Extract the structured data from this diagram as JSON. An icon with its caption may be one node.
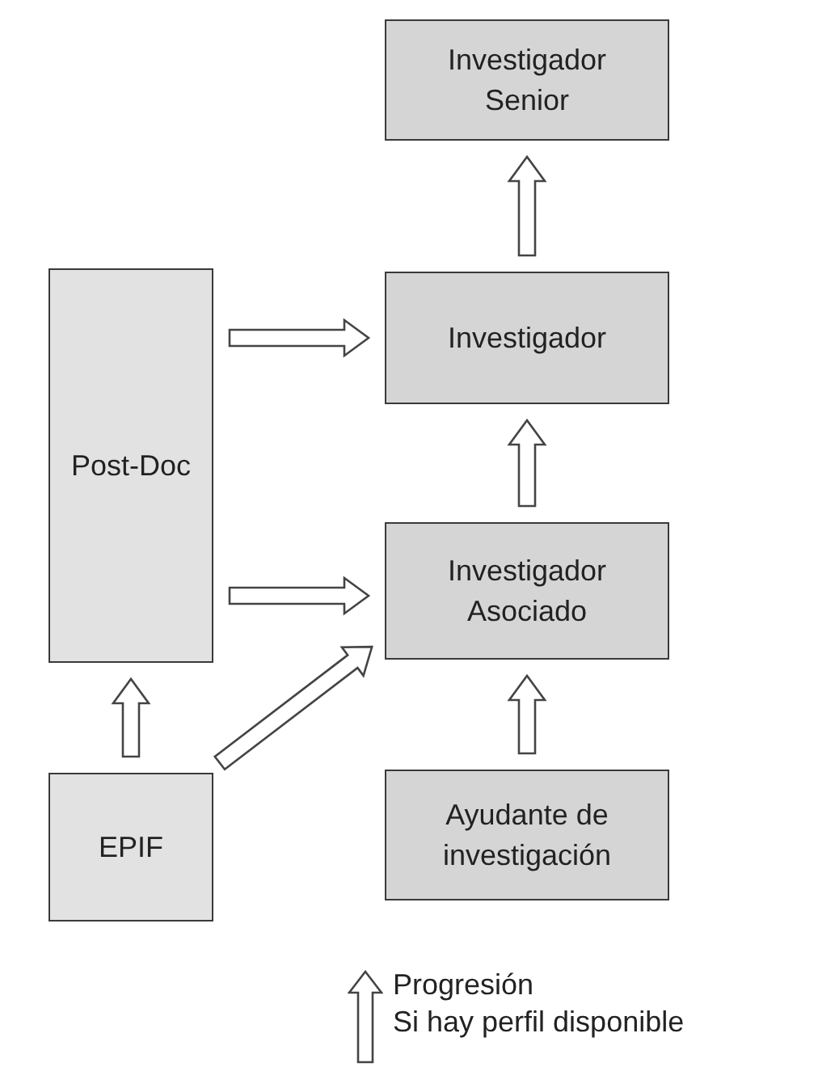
{
  "diagram": {
    "nodes": [
      {
        "text": [
          "Investigador Senior"
        ]
      },
      {
        "text": [
          "Post-Doc"
        ]
      },
      {
        "text": [
          "Investigador"
        ]
      },
      {
        "text": [
          "Investigador Asociado"
        ]
      },
      {
        "text": [
          "EPIF"
        ]
      },
      {
        "text": [
          "Ayudante de investigación"
        ]
      }
    ],
    "edges": [
      {
        "from": 2,
        "to": 0,
        "arrow": "to"
      },
      {
        "from": 1,
        "to": 2,
        "arrow": "to"
      },
      {
        "from": 3,
        "to": 2,
        "arrow": "to"
      },
      {
        "from": 1,
        "to": 3,
        "arrow": "to"
      },
      {
        "from": 4,
        "to": 1,
        "arrow": "to"
      },
      {
        "from": 4,
        "to": 3,
        "arrow": "to"
      },
      {
        "from": 5,
        "to": 3,
        "arrow": "to"
      }
    ],
    "labels": [
      "Si hay perfil disponible"
    ],
    "legend": [
      {
        "text": "Progresión"
      }
    ]
  }
}
